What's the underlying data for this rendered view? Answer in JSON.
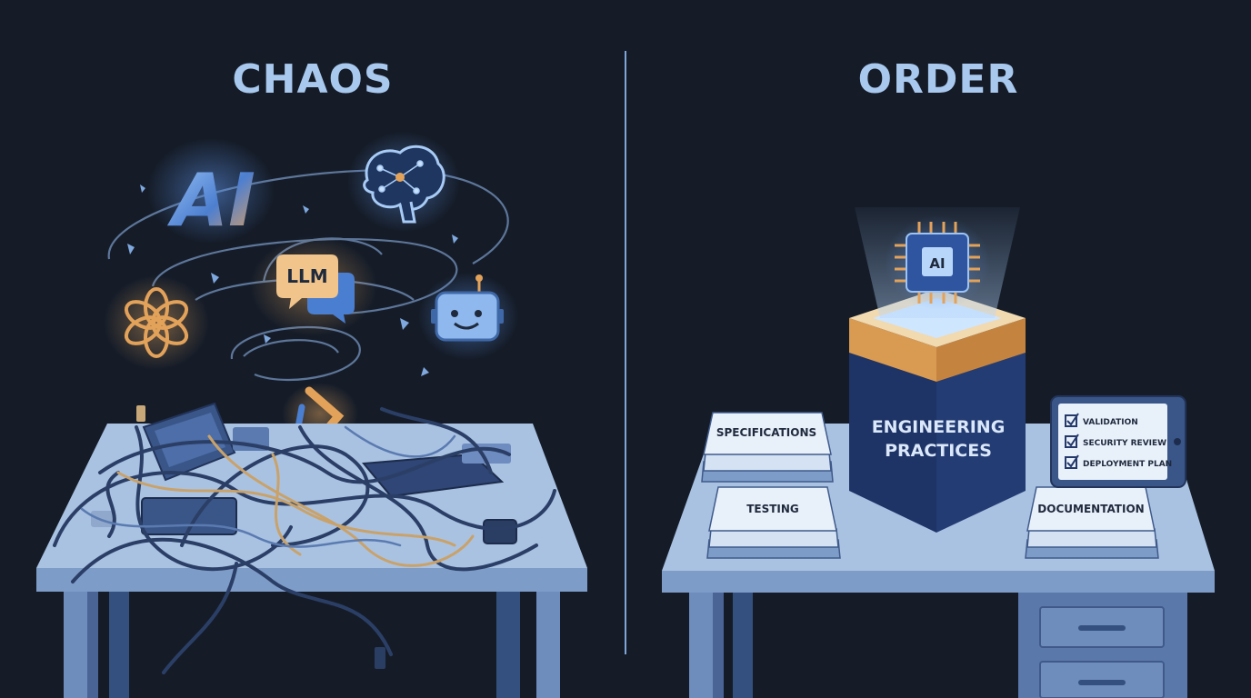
{
  "left": {
    "title": "CHAOS",
    "icons": {
      "ai_logo_text": "AI",
      "llm_bubble_text": "LLM",
      "brain": "brain-icon",
      "openai_knot": "openai-knot-icon",
      "robot": "robot-icon",
      "chevron_logo": "chevron-logo-icon"
    }
  },
  "right": {
    "title": "ORDER",
    "chip_label": "AI",
    "box_label_line1": "ENGINEERING",
    "box_label_line2": "PRACTICES",
    "docs": {
      "specifications": "SPECIFICATIONS",
      "testing": "TESTING",
      "documentation": "DOCUMENTATION"
    },
    "tablet_checklist": [
      "VALIDATION",
      "SECURITY REVIEW",
      "DEPLOYMENT PLAN"
    ]
  },
  "colors": {
    "background": "#151c28",
    "heading": "#a8c8ee",
    "accent_blue": "#4a78c0",
    "accent_orange": "#d99a52",
    "desk_top": "#a9c2e2",
    "desk_edge": "#7e9cc8",
    "navy": "#24386a"
  }
}
